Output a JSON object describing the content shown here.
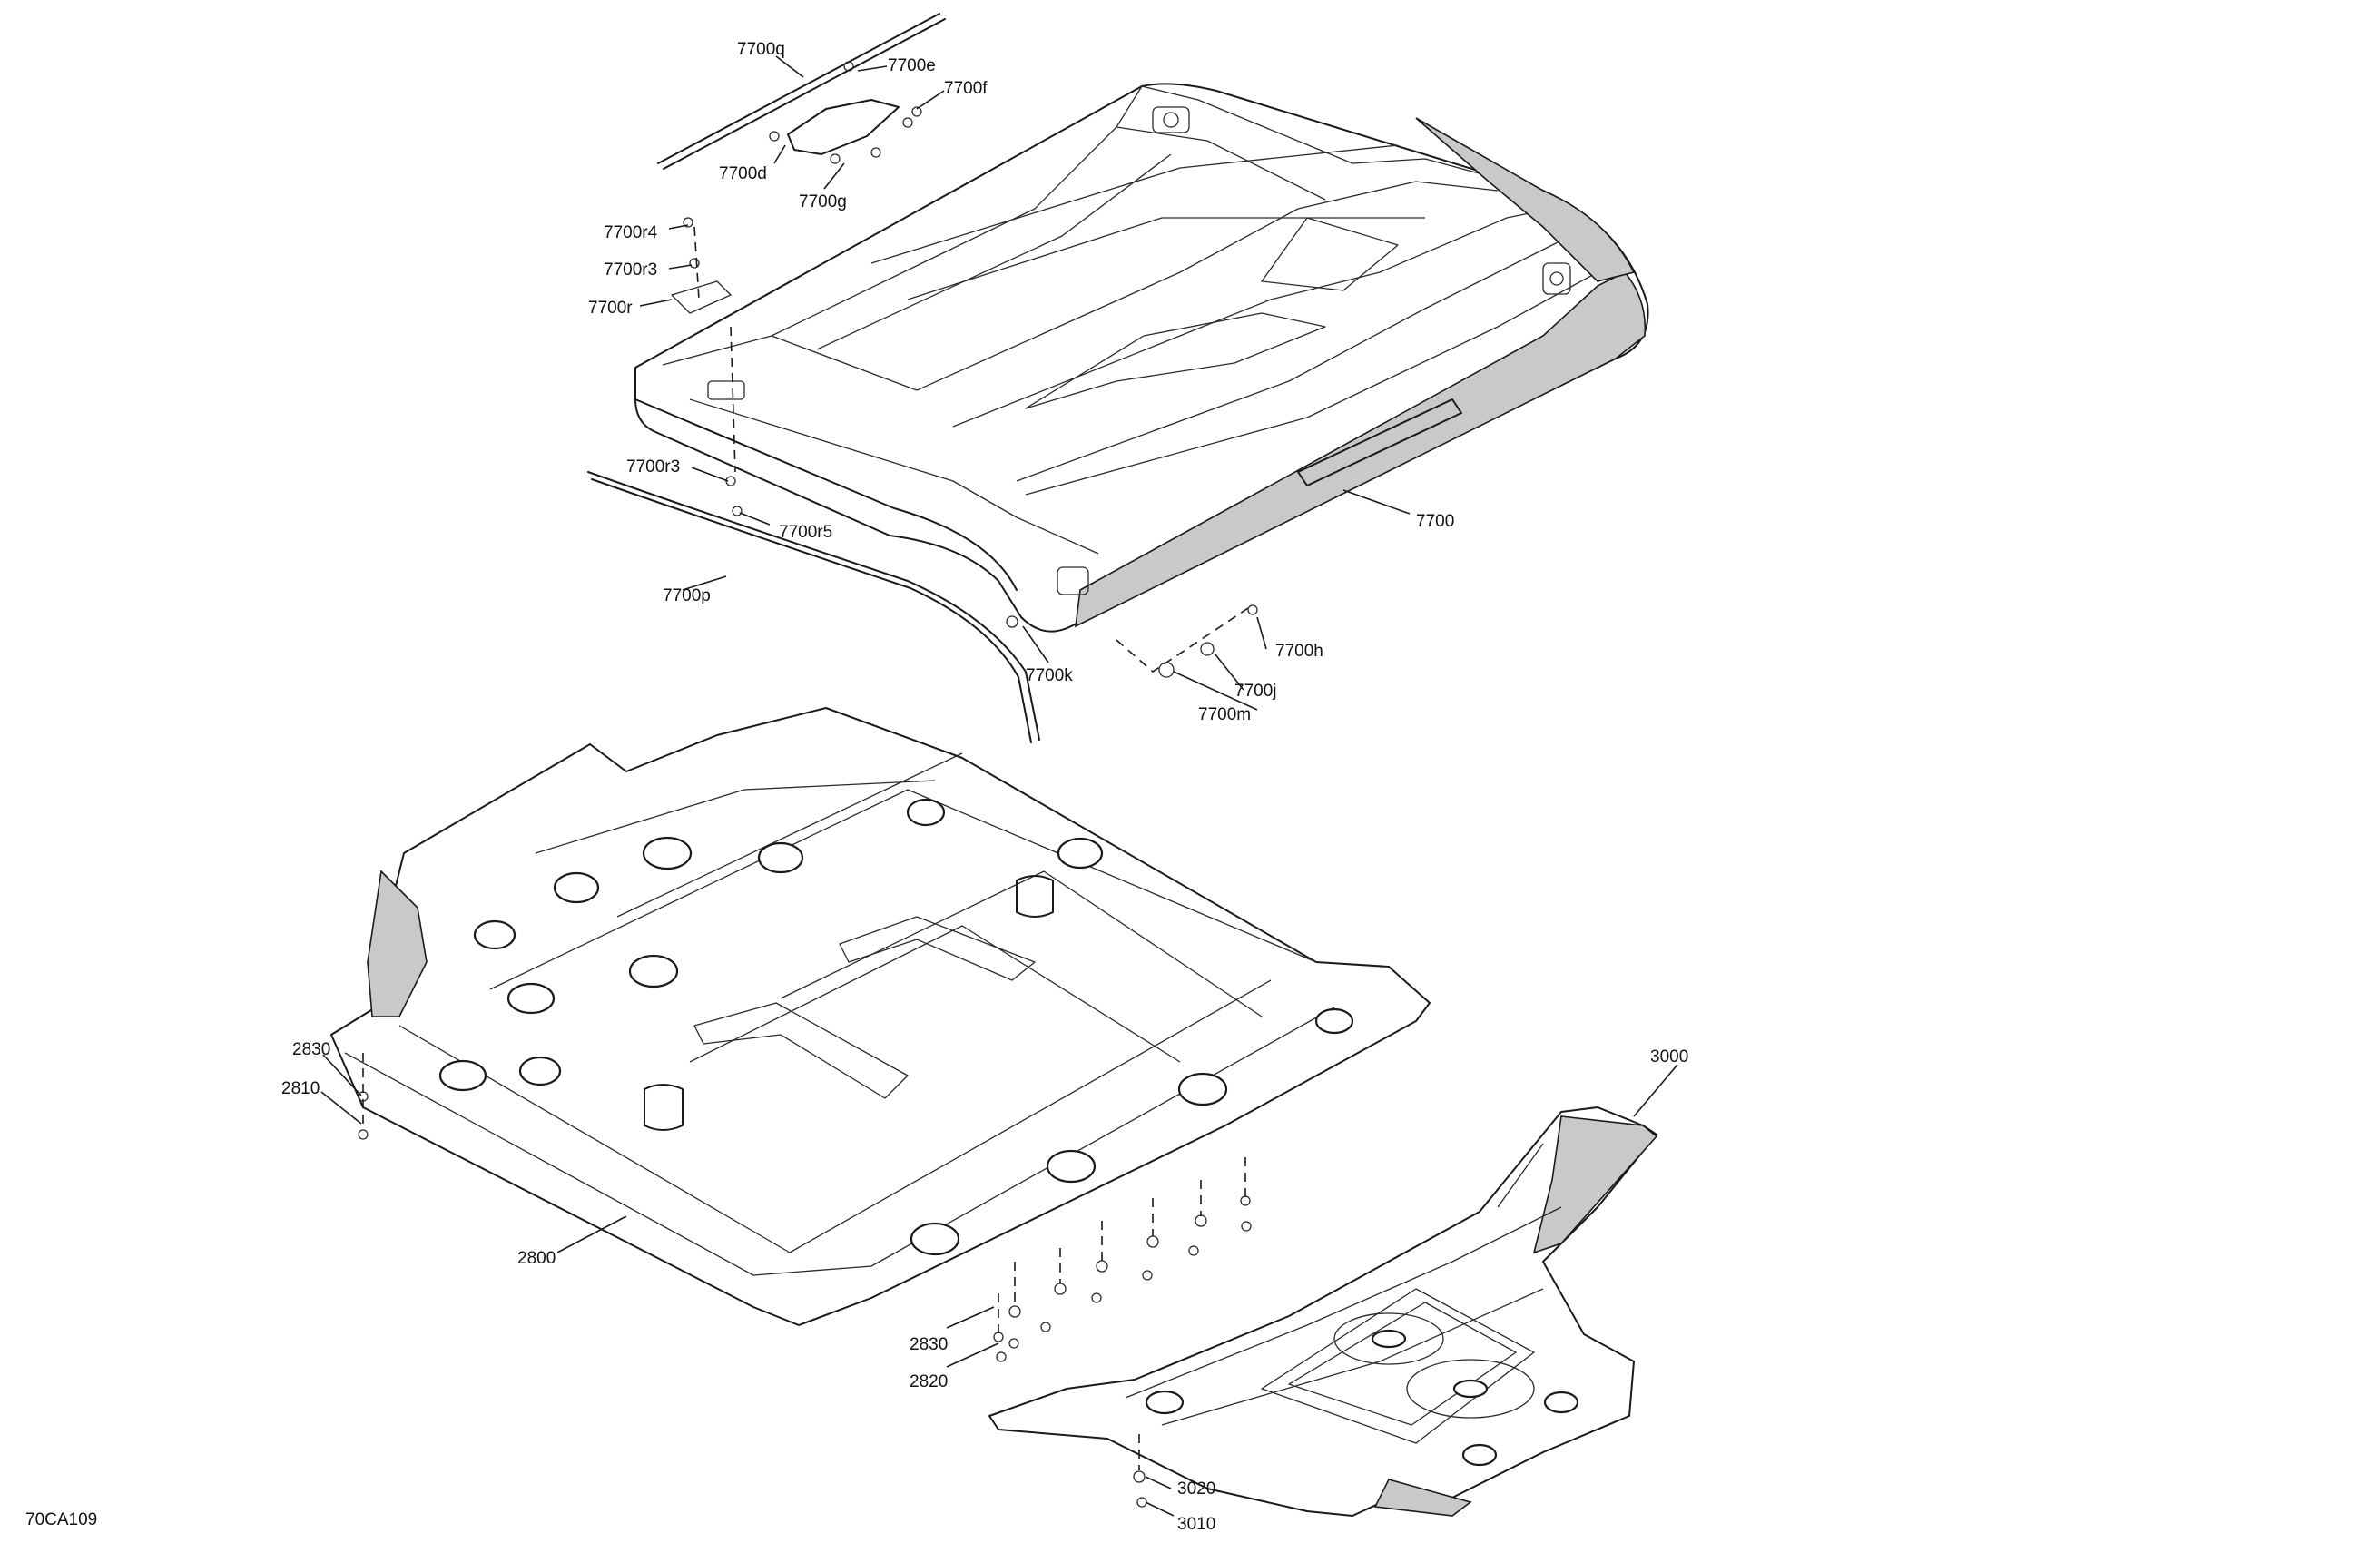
{
  "figure_id": "70CA109",
  "callouts": {
    "c7700q": "7700q",
    "c7700e": "7700e",
    "c7700f": "7700f",
    "c7700d": "7700d",
    "c7700g": "7700g",
    "c7700r4": "7700r4",
    "c7700r3a": "7700r3",
    "c7700r": "7700r",
    "c7700r3b": "7700r3",
    "c7700r5": "7700r5",
    "c7700p": "7700p",
    "c7700": "7700",
    "c7700h": "7700h",
    "c7700j": "7700j",
    "c7700k": "7700k",
    "c7700m": "7700m",
    "c2830a": "2830",
    "c2810": "2810",
    "c2800": "2800",
    "c3000": "3000",
    "c2830b": "2830",
    "c2820": "2820",
    "c3020": "3020",
    "c3010": "3010"
  }
}
